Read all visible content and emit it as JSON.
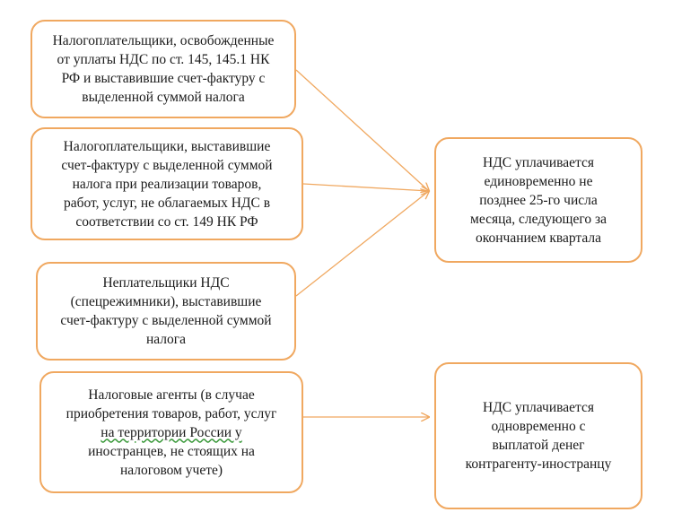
{
  "colors": {
    "border": "#f0a860",
    "arrow": "#f0a860"
  },
  "left_boxes": [
    {
      "lines": [
        "Налогоплательщики, освобожденные",
        "от уплаты НДС  по ст. 145, 145.1 НК",
        "РФ и выставившие счет-фактуру с",
        "выделенной суммой налога"
      ]
    },
    {
      "lines": [
        "Налогоплательщики, выставившие",
        "счет-фактуру с выделенной суммой",
        "налога при реализации товаров,",
        "работ, услуг, не облагаемых НДС  в",
        "соответствии со ст. 149 НК РФ"
      ]
    },
    {
      "lines": [
        "Неплательщики НДС",
        "(спецрежимники), выставившие",
        "счет-фактуру с выделенной суммой",
        "налога"
      ]
    },
    {
      "lines": [
        "Налоговые агенты (в случае",
        "приобретения товаров, работ, услуг",
        "на территории России у",
        "иностранцев, не стоящих на",
        "налоговом учете)"
      ]
    }
  ],
  "right_boxes": [
    {
      "lines": [
        "НДС уплачивается",
        "единовременно не",
        "позднее 25-го числа",
        "месяца, следующего за",
        "окончанием квартала"
      ]
    },
    {
      "lines": [
        "НДС уплачивается",
        "одновременно с",
        "выплатой денег",
        "контрагенту-иностранцу"
      ]
    }
  ]
}
